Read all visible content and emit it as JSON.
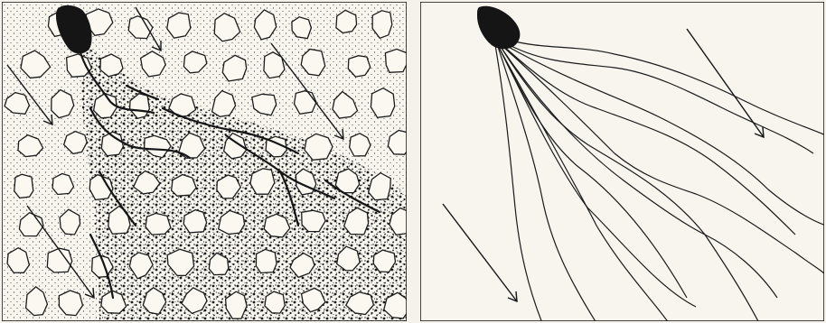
{
  "figure": {
    "panels": [
      {
        "id": "left",
        "depiction": "grain-network-with-infiltrating-melt"
      },
      {
        "id": "right",
        "depiction": "streamline-pattern"
      }
    ],
    "colors": {
      "paper": "#f4f2ea",
      "ink": "#151515",
      "grain": "#faf8f0"
    },
    "icons": [
      "source-blob-icon",
      "flow-arrow-icon"
    ]
  }
}
